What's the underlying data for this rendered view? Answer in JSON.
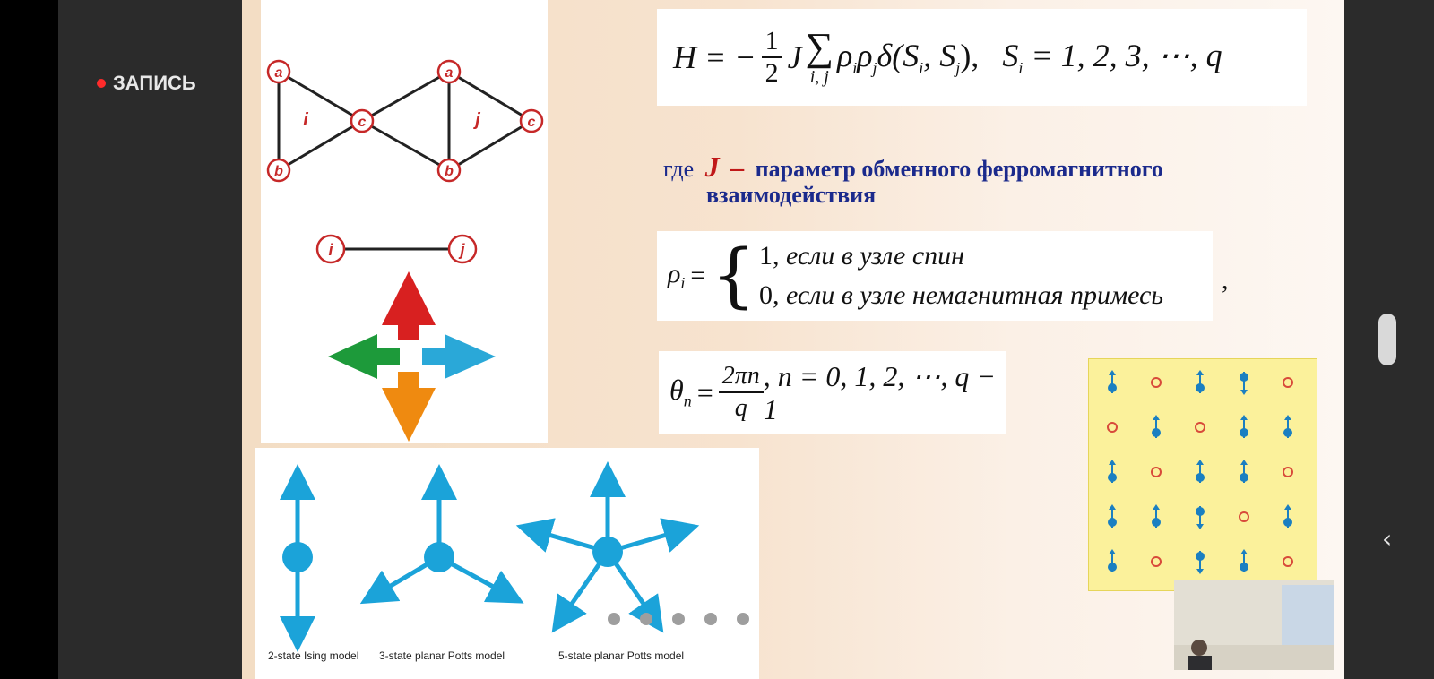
{
  "recording": {
    "label": "ЗАПИСЬ",
    "dot_color": "#ff2b2b"
  },
  "slide": {
    "hamiltonian": {
      "left": "H = −",
      "half_num": "1",
      "half_den": "2",
      "J": "J",
      "sum_symbol": "∑",
      "sum_index": "i, j",
      "body": "ρ",
      "mid": "ρ",
      "delta": "δ(S",
      "delta2": ", S",
      "tail": "),",
      "spin": "S",
      "spin_values": " = 1, 2, 3, ⋯, q"
    },
    "where": {
      "word": "где",
      "J": "J",
      "dash": "–",
      "line1": "параметр обменного ферромагнитного",
      "line2": "взаимодействия"
    },
    "rho": {
      "left": "ρ",
      "equals": "=",
      "case1_val": "1,",
      "case1_text": "если в узле спин",
      "case0_val": "0,",
      "case0_text": "если в узле немагнитная примесь",
      "comma": ","
    },
    "theta": {
      "left": "θ",
      "sub": "n",
      "equals": "=",
      "num": "2πn",
      "den": "q",
      "rest": ", n = 0, 1, 2, ⋯, q − 1"
    },
    "diagram_labels": {
      "a1": "a",
      "b1": "b",
      "c1": "c",
      "i": "i",
      "a2": "a",
      "b2": "b",
      "c2": "c",
      "j": "j",
      "node_i": "i",
      "node_j": "j"
    },
    "models": {
      "ising": "2-state Ising model",
      "potts3": "3-state planar Potts model",
      "potts5": "5-state planar Potts model"
    },
    "colors": {
      "accent_blue": "#1ba3d9",
      "red": "#d31f1f",
      "navy": "#1b2a8c",
      "lattice_bg": "#fbf19b"
    }
  },
  "pager": {
    "count": 5
  },
  "icons": {
    "back": "chevron-left-icon",
    "scroll": "scrollbar-thumb"
  }
}
